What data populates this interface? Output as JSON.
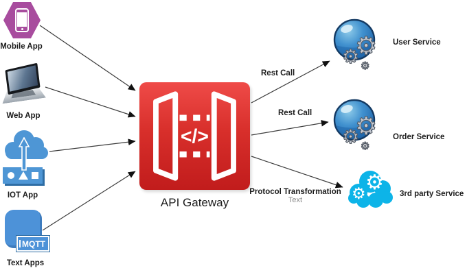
{
  "nodes": {
    "mobile": {
      "label": "Mobile App"
    },
    "web": {
      "label": "Web App"
    },
    "iot": {
      "label": "IOT App"
    },
    "text_apps": {
      "label": "Text Apps",
      "badge": "MQTT"
    },
    "gateway": {
      "label": "API Gateway",
      "glyph": "</>"
    },
    "user_service": {
      "label": "User Service"
    },
    "order_service": {
      "label": "Order Service"
    },
    "third_party": {
      "label": "3rd party Service"
    }
  },
  "edges": {
    "rest_call_user": {
      "label": "Rest Call"
    },
    "rest_call_order": {
      "label": "Rest Call"
    },
    "protocol": {
      "label": "Protocol Transformation",
      "sublabel": "Text"
    }
  },
  "icons": {
    "gears": "⚙"
  },
  "colors": {
    "mobile_hexagon": "#a84c9e",
    "iot_blue": "#4e96d5",
    "mqtt_blue": "#4d92d8",
    "gateway_red_top": "#ef4b48",
    "gateway_red_bottom": "#c11c1c",
    "globe_blue": "#4191cf",
    "service_cloud_cyan": "#0db4e8",
    "gear_gray": "#c3c8d1",
    "arrow": "#3c3c3c"
  }
}
